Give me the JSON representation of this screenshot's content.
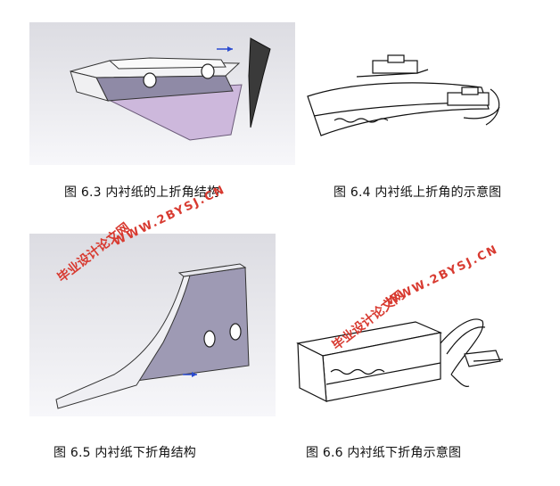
{
  "figures": [
    {
      "caption": "图 6.3 内衬纸的上折角结构"
    },
    {
      "caption": "图 6.4 内衬纸上折角的示意图"
    },
    {
      "caption": "图 6.5 内衬纸下折角结构"
    },
    {
      "caption": "图 6.6 内衬纸下折角示意图"
    }
  ],
  "watermark": {
    "site_cn": "毕业设计论文网",
    "site_url": "WWW.2BYSJ.CN",
    "color": "#d83a30"
  }
}
